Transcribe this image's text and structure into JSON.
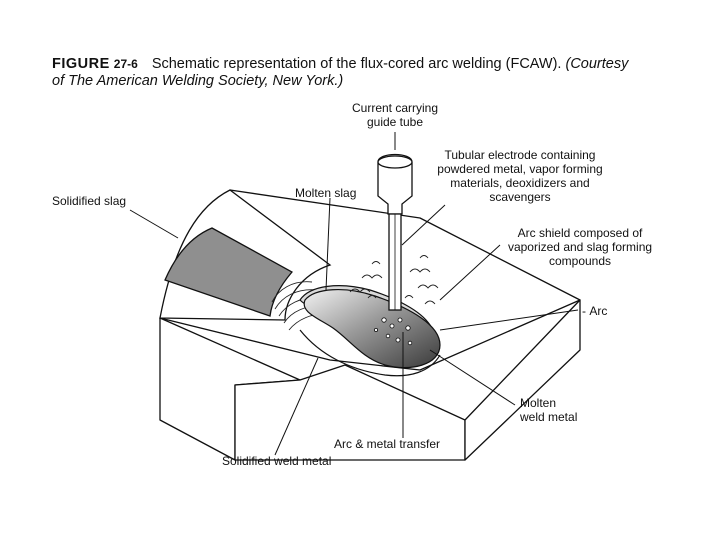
{
  "figure": {
    "label": "FIGURE",
    "number": "27-6",
    "title": "Schematic representation of the flux-cored arc welding (FCAW).",
    "courtesy_line1": "(Courtesy",
    "courtesy_line2": "of The American Welding Society, New York.)"
  },
  "labels": {
    "guide_tube_1": "Current carrying",
    "guide_tube_2": "guide tube",
    "tubular_1": "Tubular electrode containing",
    "tubular_2": "powdered metal, vapor forming",
    "tubular_3": "materials, deoxidizers and",
    "tubular_4": "scavengers",
    "solidified_slag": "Solidified slag",
    "molten_slag": "Molten slag",
    "arc_shield_1": "Arc shield composed of",
    "arc_shield_2": "vaporized and slag forming",
    "arc_shield_3": "compounds",
    "arc": "Arc",
    "molten_weld_1": "Molten",
    "molten_weld_2": "weld metal",
    "arc_metal_transfer": "Arc & metal transfer",
    "solidified_weld": "Solidified weld metal"
  }
}
